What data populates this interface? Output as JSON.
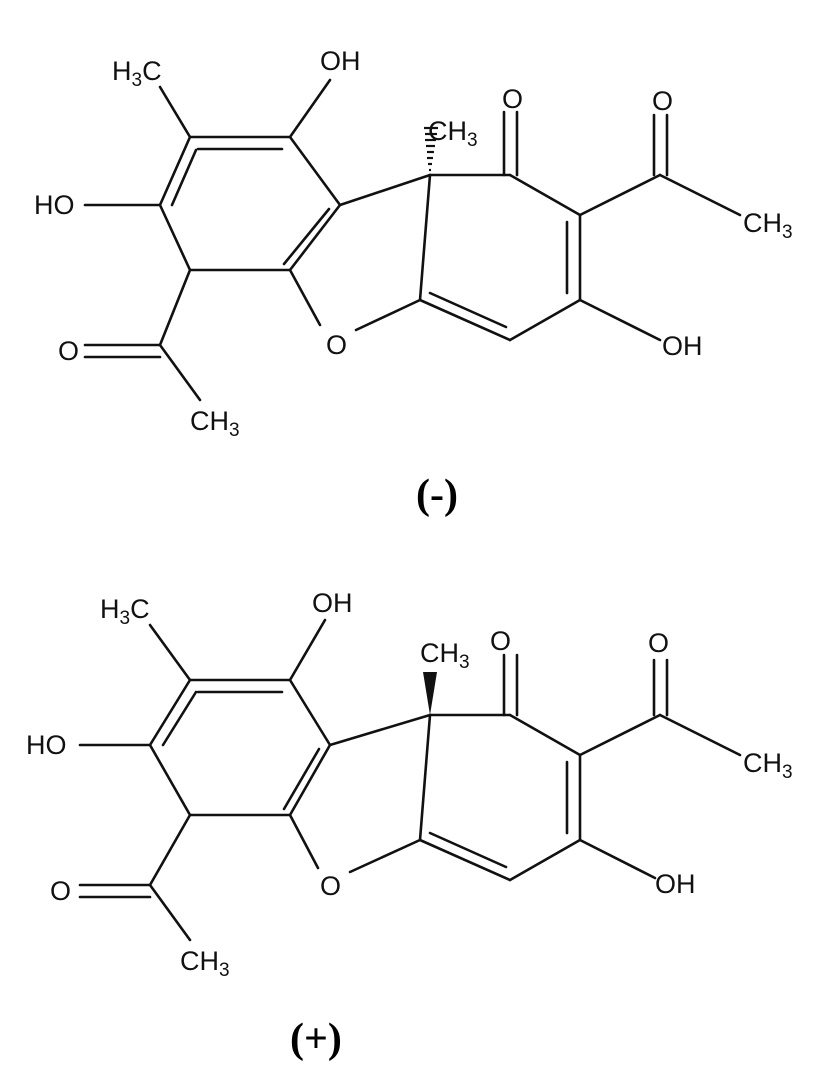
{
  "structures": [
    {
      "label": "(-)",
      "stereo": "hashed-wedge",
      "atoms": {
        "h3c": {
          "main": "H",
          "sub": "3",
          "tail": "C"
        },
        "oh_top": "OH",
        "ch3_center": {
          "main": "CH",
          "sub": "3"
        },
        "o_ketone": "O",
        "o_acetyl_right": "O",
        "ch3_right": {
          "main": "CH",
          "sub": "3"
        },
        "ho_left": "HO",
        "oh_right": "OH",
        "o_acetyl_left": "O",
        "o_furan": "O",
        "ch3_bottom": {
          "main": "CH",
          "sub": "3"
        }
      }
    },
    {
      "label": "(+)",
      "stereo": "solid-wedge",
      "atoms": {
        "h3c": {
          "main": "H",
          "sub": "3",
          "tail": "C"
        },
        "oh_top": "OH",
        "ch3_center": {
          "main": "CH",
          "sub": "3"
        },
        "o_ketone": "O",
        "o_acetyl_right": "O",
        "ch3_right": {
          "main": "CH",
          "sub": "3"
        },
        "ho_left": "HO",
        "oh_right": "OH",
        "o_acetyl_left": "O",
        "o_furan": "O",
        "ch3_bottom": {
          "main": "CH",
          "sub": "3"
        }
      }
    }
  ]
}
